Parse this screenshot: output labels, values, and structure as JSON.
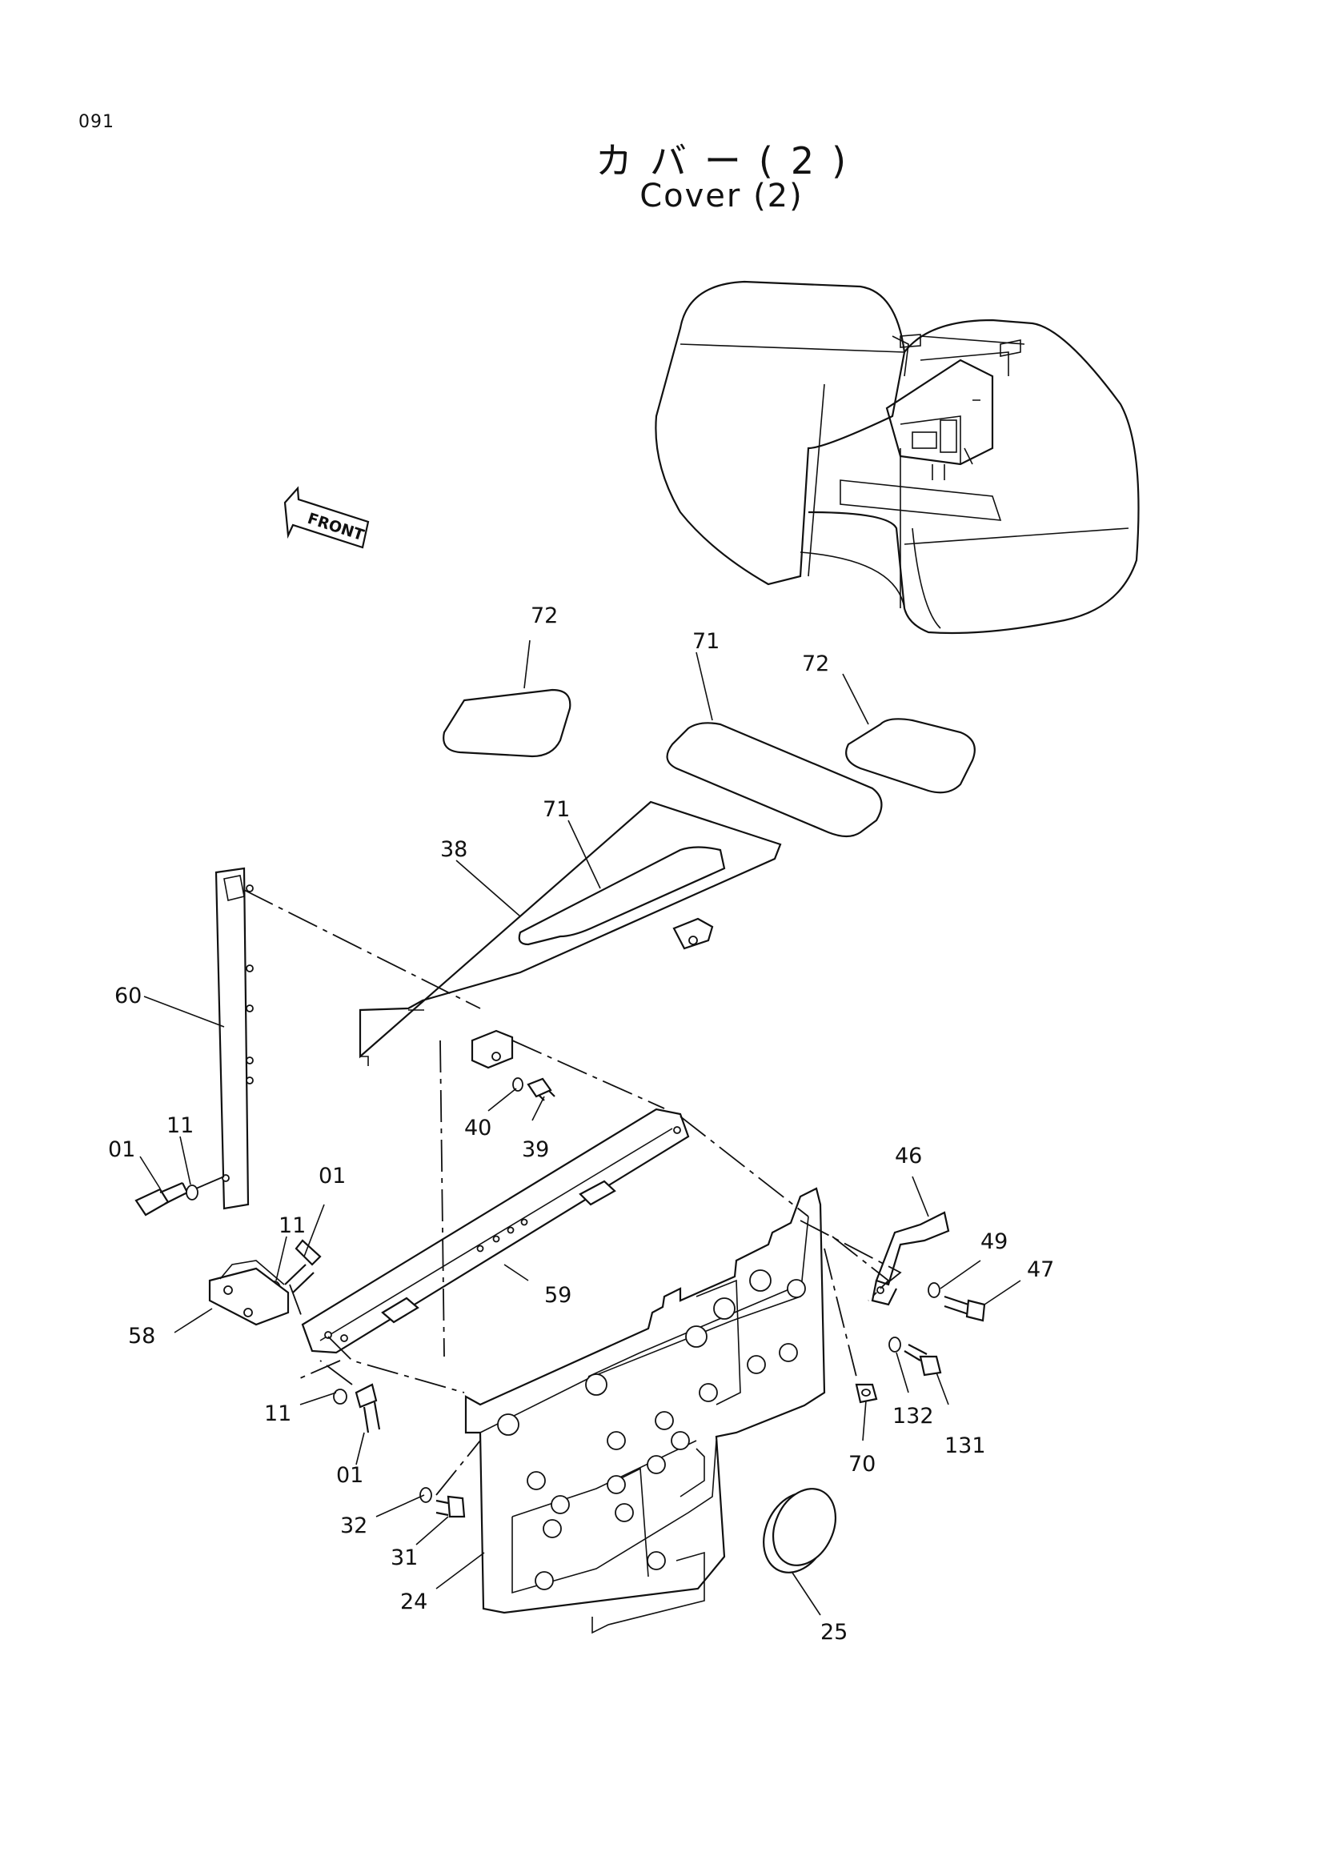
{
  "page": {
    "number": "091",
    "title_jp": "カバー(2)",
    "title_en": "Cover (2)"
  },
  "direction_arrow": {
    "label": "FRONT"
  },
  "callouts": [
    {
      "id": "label-72-a",
      "text": "72"
    },
    {
      "id": "label-71-a",
      "text": "71"
    },
    {
      "id": "label-72-b",
      "text": "72"
    },
    {
      "id": "label-71-b",
      "text": "71"
    },
    {
      "id": "label-38",
      "text": "38"
    },
    {
      "id": "label-60",
      "text": "60"
    },
    {
      "id": "label-11-a",
      "text": "11"
    },
    {
      "id": "label-01-a",
      "text": "01"
    },
    {
      "id": "label-11-b",
      "text": "11"
    },
    {
      "id": "label-01-b",
      "text": "01"
    },
    {
      "id": "label-40",
      "text": "40"
    },
    {
      "id": "label-39",
      "text": "39"
    },
    {
      "id": "label-46",
      "text": "46"
    },
    {
      "id": "label-49",
      "text": "49"
    },
    {
      "id": "label-47",
      "text": "47"
    },
    {
      "id": "label-58",
      "text": "58"
    },
    {
      "id": "label-59",
      "text": "59"
    },
    {
      "id": "label-132",
      "text": "132"
    },
    {
      "id": "label-131",
      "text": "131"
    },
    {
      "id": "label-70",
      "text": "70"
    },
    {
      "id": "label-11-c",
      "text": "11"
    },
    {
      "id": "label-01-c",
      "text": "01"
    },
    {
      "id": "label-32",
      "text": "32"
    },
    {
      "id": "label-31",
      "text": "31"
    },
    {
      "id": "label-24",
      "text": "24"
    },
    {
      "id": "label-25",
      "text": "25"
    }
  ]
}
